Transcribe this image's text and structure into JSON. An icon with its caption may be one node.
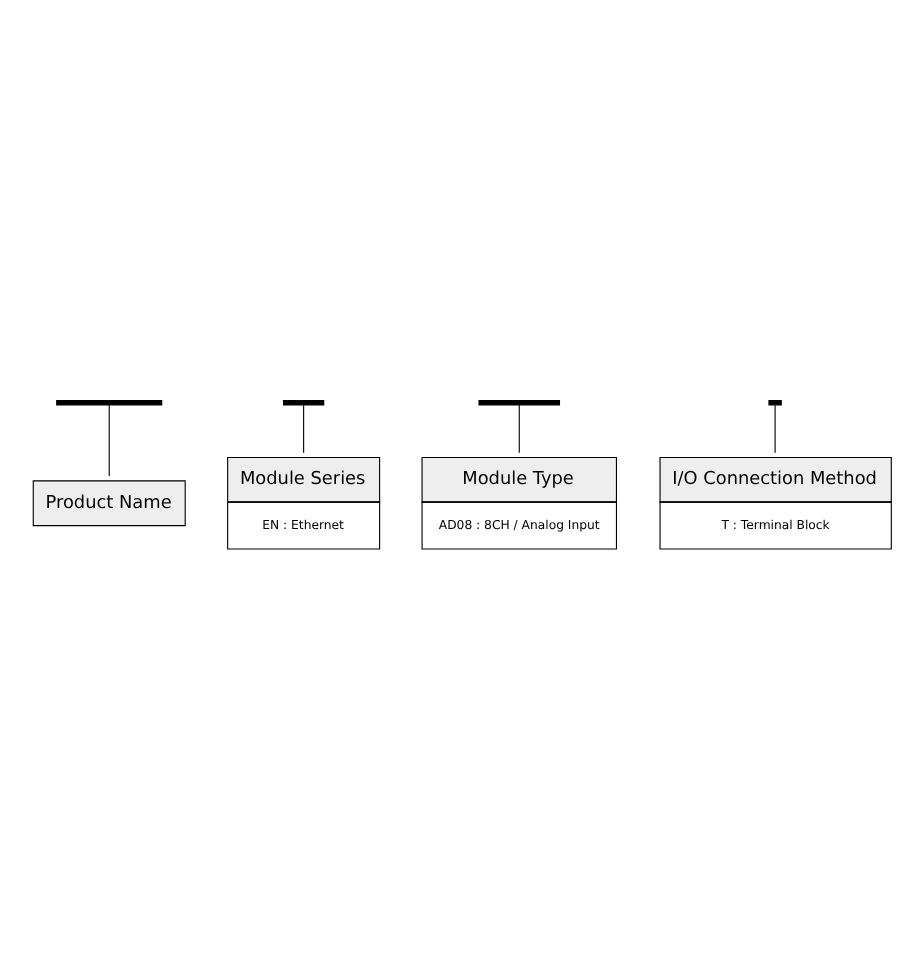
{
  "diagram": {
    "nodes": [
      {
        "text": [],
        "shape": "bar"
      },
      {
        "text": [],
        "shape": "bar"
      },
      {
        "text": [],
        "shape": "bar"
      },
      {
        "text": [],
        "shape": "bar"
      },
      {
        "text": [
          "Product Name"
        ]
      },
      {
        "text": [
          "Module Series",
          "EN : Ethernet"
        ]
      },
      {
        "text": [
          "Module Type",
          "AD08 : 8CH / Analog Input"
        ]
      },
      {
        "text": [
          "I/O Connection Method",
          "T : Terminal Block"
        ]
      }
    ],
    "edges": [
      {
        "from": 0,
        "to": 4,
        "arrow": "none"
      },
      {
        "from": 1,
        "to": 5,
        "arrow": "none"
      },
      {
        "from": 2,
        "to": 6,
        "arrow": "none"
      },
      {
        "from": 3,
        "to": 7,
        "arrow": "none"
      }
    ]
  }
}
